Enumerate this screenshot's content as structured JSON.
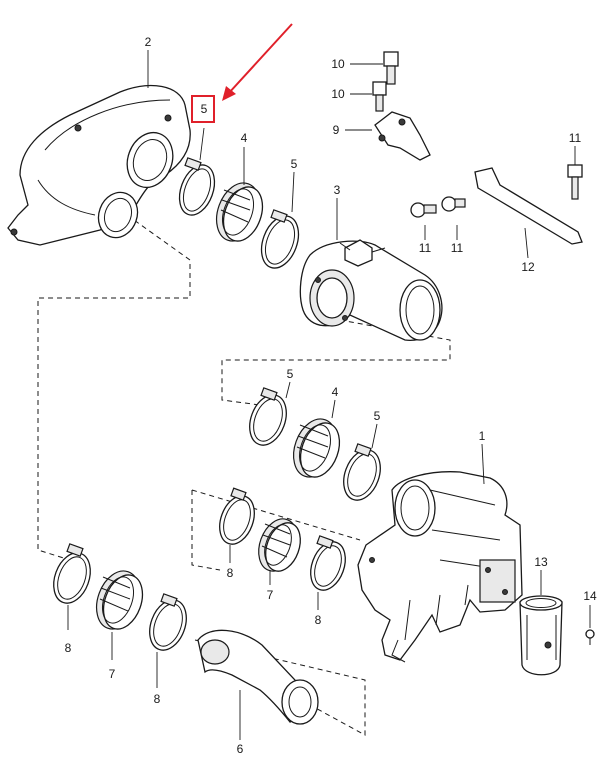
{
  "callouts": {
    "c1": "1",
    "c2": "2",
    "c3": "3",
    "c4a": "4",
    "c4b": "4",
    "c5_highlight": "5",
    "c5a": "5",
    "c5b": "5",
    "c5c": "5",
    "c6": "6",
    "c7a": "7",
    "c7b": "7",
    "c8a": "8",
    "c8b": "8",
    "c8c": "8",
    "c8d": "8",
    "c9": "9",
    "c10a": "10",
    "c10b": "10",
    "c11a": "11",
    "c11b": "11",
    "c11c": "11",
    "c12": "12",
    "c13": "13",
    "c14": "14"
  },
  "highlight": {
    "box_color": "#e0202a",
    "arrow_color": "#e0202a"
  }
}
